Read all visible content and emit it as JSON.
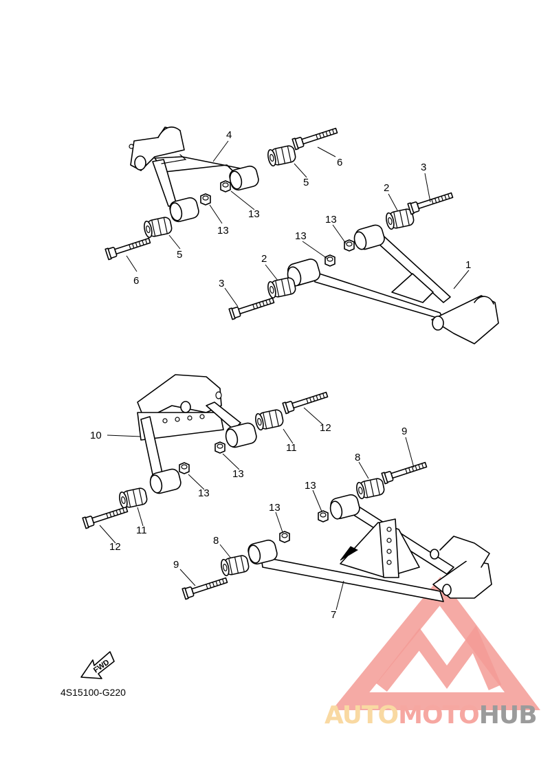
{
  "diagram": {
    "code": "4S15100-G220",
    "fwd_label": "FWD",
    "callouts": [
      {
        "id": "c4a",
        "text": "4"
      },
      {
        "id": "c6a",
        "text": "6"
      },
      {
        "id": "c5a",
        "text": "5"
      },
      {
        "id": "c3a",
        "text": "3"
      },
      {
        "id": "c2a",
        "text": "2"
      },
      {
        "id": "c13a",
        "text": "13"
      },
      {
        "id": "c13b",
        "text": "13"
      },
      {
        "id": "c5b",
        "text": "5"
      },
      {
        "id": "c6b",
        "text": "6"
      },
      {
        "id": "c13c",
        "text": "13"
      },
      {
        "id": "c13d",
        "text": "13"
      },
      {
        "id": "c2b",
        "text": "2"
      },
      {
        "id": "c1",
        "text": "1"
      },
      {
        "id": "c3b",
        "text": "3"
      },
      {
        "id": "c10",
        "text": "10"
      },
      {
        "id": "c12a",
        "text": "12"
      },
      {
        "id": "c11a",
        "text": "11"
      },
      {
        "id": "c9a",
        "text": "9"
      },
      {
        "id": "c8a",
        "text": "8"
      },
      {
        "id": "c13e",
        "text": "13"
      },
      {
        "id": "c13f",
        "text": "13"
      },
      {
        "id": "c13g",
        "text": "13"
      },
      {
        "id": "c13h",
        "text": "13"
      },
      {
        "id": "c11b",
        "text": "11"
      },
      {
        "id": "c12b",
        "text": "12"
      },
      {
        "id": "c8b",
        "text": "8"
      },
      {
        "id": "c9b",
        "text": "9"
      },
      {
        "id": "c7",
        "text": "7"
      }
    ]
  },
  "watermark": {
    "part1": "AUTO",
    "part2": "MOTO",
    "part3": "HUB",
    "colors": {
      "auto": "#f9d9a2",
      "moto": "#f6a7a1",
      "hub": "#9b9b9b",
      "triangle": "#f39b95"
    }
  }
}
